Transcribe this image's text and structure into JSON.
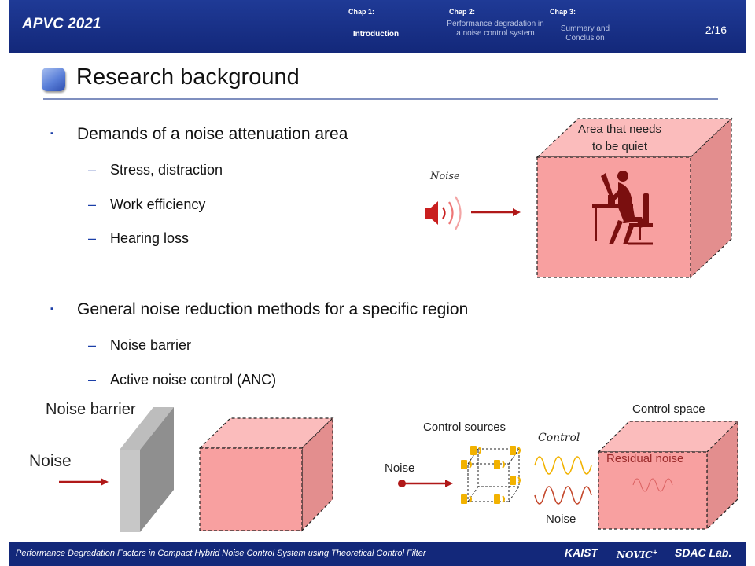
{
  "header": {
    "logo": "APVC 2021",
    "chapters": [
      {
        "label": "Chap 1:",
        "title": "Introduction"
      },
      {
        "label": "Chap 2:",
        "title": "Performance degradation in a noise control system"
      },
      {
        "label": "Chap 3:",
        "title": "Summary and Conclusion"
      }
    ],
    "page": "2/16"
  },
  "slide": {
    "title": "Research background",
    "bullets": [
      {
        "text": "Demands of a noise attenuation area",
        "subs": [
          "Stress, distraction",
          "Work efficiency",
          "Hearing loss"
        ]
      },
      {
        "text": "General noise reduction methods for a specific region",
        "subs": [
          "Noise barrier",
          "Active noise control (ANC)"
        ]
      }
    ],
    "bullet_marker": "▪",
    "sub_marker": "–"
  },
  "figure1": {
    "noise_label": "Noise",
    "area_label_line1": "Area that needs",
    "area_label_line2": "to be quiet"
  },
  "figure2": {
    "barrier_title": "Noise barrier",
    "noise_label": "Noise"
  },
  "figure3": {
    "control_space": "Control space",
    "control_sources": "Control sources",
    "control_label": "Control",
    "noise_in": "Noise",
    "residual": "Residual noise",
    "noise_wave": "Noise"
  },
  "footer": {
    "title": "Performance Degradation Factors in Compact Hybrid Noise Control System using Theoretical Control Filter",
    "logo_kaist": "KAIST",
    "logo_novic": "NOVIC",
    "logo_novic_sup": "+",
    "logo_sdac": "SDAC Lab."
  },
  "colors": {
    "header_bg": "#13287a",
    "active_chapter": "#ffffff",
    "inactive_chapter": "#b9c3e3",
    "bullet": "#1b3fa8",
    "box_front": "#f8a0a0",
    "noise_red": "#b01818",
    "speaker_orange": "#f2b200"
  }
}
